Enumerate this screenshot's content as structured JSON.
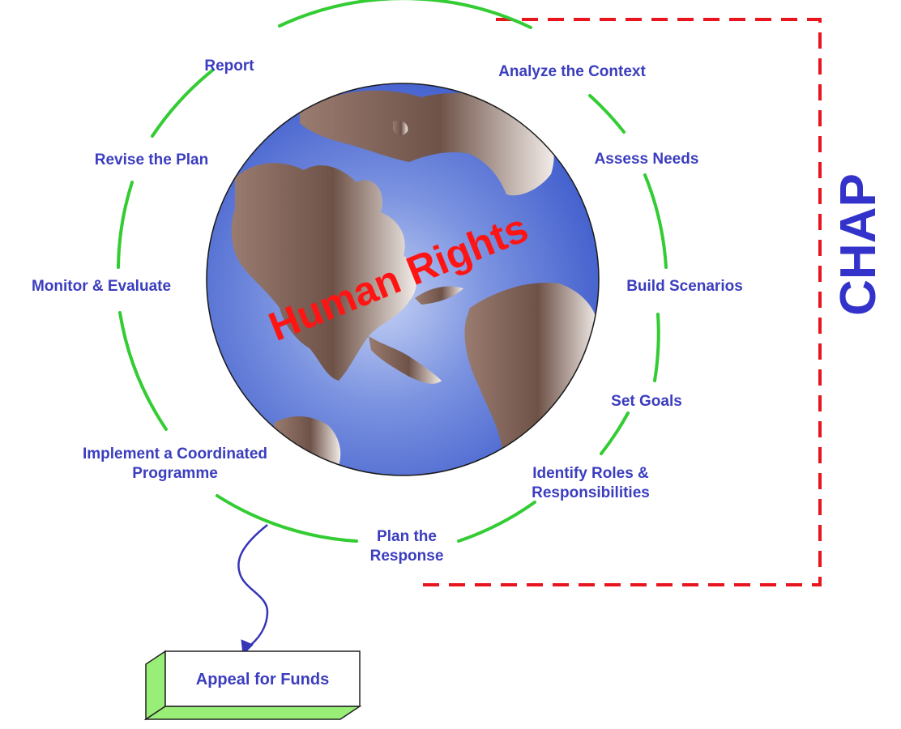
{
  "center_title": "Human Rights",
  "frame_label": "CHAP",
  "steps": [
    {
      "name": "report",
      "lines": [
        "Report"
      ]
    },
    {
      "name": "analyze-the-context",
      "lines": [
        "Analyze the Context"
      ]
    },
    {
      "name": "revise-the-plan",
      "lines": [
        "Revise the Plan"
      ]
    },
    {
      "name": "assess-needs",
      "lines": [
        "Assess Needs"
      ]
    },
    {
      "name": "monitor-evaluate",
      "lines": [
        "Monitor & Evaluate"
      ]
    },
    {
      "name": "build-scenarios",
      "lines": [
        "Build Scenarios"
      ]
    },
    {
      "name": "set-goals",
      "lines": [
        "Set Goals"
      ]
    },
    {
      "name": "implement-a-coordinated-programme",
      "lines": [
        "Implement a Coordinated",
        "Programme"
      ]
    },
    {
      "name": "identify-roles-responsibilities",
      "lines": [
        "Identify Roles &",
        "Responsibilities"
      ]
    },
    {
      "name": "plan-the-response",
      "lines": [
        "Plan the",
        "Response"
      ]
    }
  ],
  "appeal_box": {
    "label": "Appeal for Funds"
  },
  "colors": {
    "cycle_ring": "#33cc33",
    "label_text": "#3b3dbf",
    "frame_dash": "#e8141e",
    "center_title": "#ff1414",
    "ocean": "#5a78d8",
    "land": "#8a6a5e",
    "box_side": "#99ee77"
  }
}
